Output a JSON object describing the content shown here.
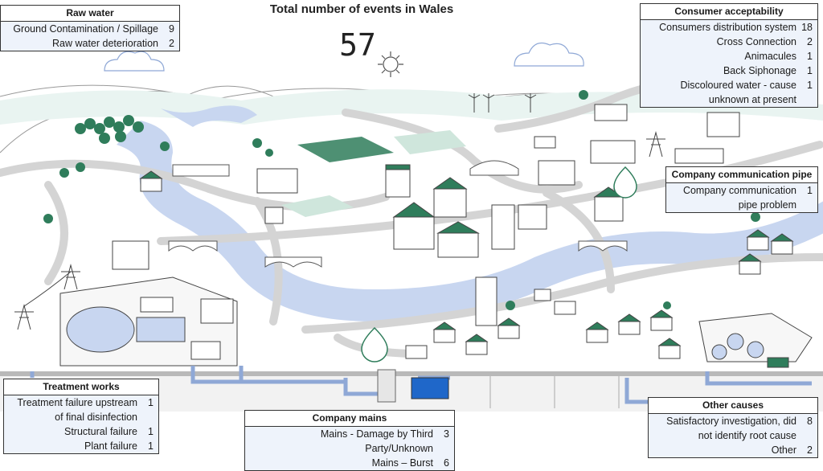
{
  "title": "Total number of events in Wales",
  "total": "57",
  "panels": {
    "raw_water": {
      "heading": "Raw water",
      "items": [
        {
          "label": "Ground Contamination / Spillage",
          "value": "9"
        },
        {
          "label": "Raw water deterioration",
          "value": "2"
        }
      ]
    },
    "consumer": {
      "heading": "Consumer acceptability",
      "items": [
        {
          "label": "Consumers distribution system",
          "value": "18"
        },
        {
          "label": "Cross Connection",
          "value": "2"
        },
        {
          "label": "Animacules",
          "value": "1"
        },
        {
          "label": "Back Siphonage",
          "value": "1"
        },
        {
          "label": "Discoloured water - cause unknown at present",
          "value": "1"
        }
      ]
    },
    "comm_pipe": {
      "heading": "Company communication pipe",
      "items": [
        {
          "label": "Company communication pipe problem",
          "value": "1"
        }
      ]
    },
    "treatment": {
      "heading": "Treatment works",
      "items": [
        {
          "label": "Treatment failure upstream of final disinfection",
          "value": "1"
        },
        {
          "label": "Structural failure",
          "value": "1"
        },
        {
          "label": "Plant failure",
          "value": "1"
        }
      ]
    },
    "mains": {
      "heading": "Company mains",
      "items": [
        {
          "label": "Mains - Damage by Third Party/Unknown",
          "value": "3"
        },
        {
          "label": "Mains – Burst",
          "value": "6"
        }
      ]
    },
    "other": {
      "heading": "Other causes",
      "items": [
        {
          "label": "Satisfactory investigation, did not identify root cause",
          "value": "8"
        },
        {
          "label": "Other",
          "value": "2"
        }
      ]
    }
  },
  "colors": {
    "water": "#c8d6f0",
    "green": "#2f7d5b",
    "road": "#d4d4d4",
    "panel": "#eef3fb"
  }
}
